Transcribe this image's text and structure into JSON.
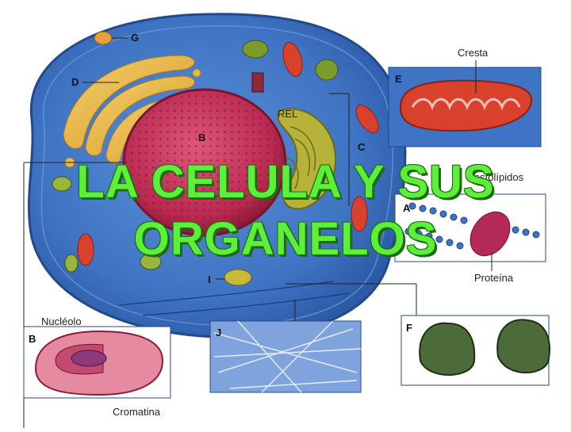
{
  "title": {
    "line1": "LA CELULA Y SUS",
    "line2": "ORGANELOS"
  },
  "labels": {
    "cresta": "Cresta",
    "rel": "REL",
    "fosfolipidos": "Fosfolípidos",
    "proteina": "Proteína",
    "nucleolo": "Nucléolo",
    "cromatina": "Cromatina"
  },
  "letters": {
    "g": "G",
    "d": "D",
    "e": "E",
    "c": "C",
    "a": "A",
    "b": "B",
    "i": "I",
    "j": "J",
    "f": "F",
    "b_nucleus": "B"
  }
}
